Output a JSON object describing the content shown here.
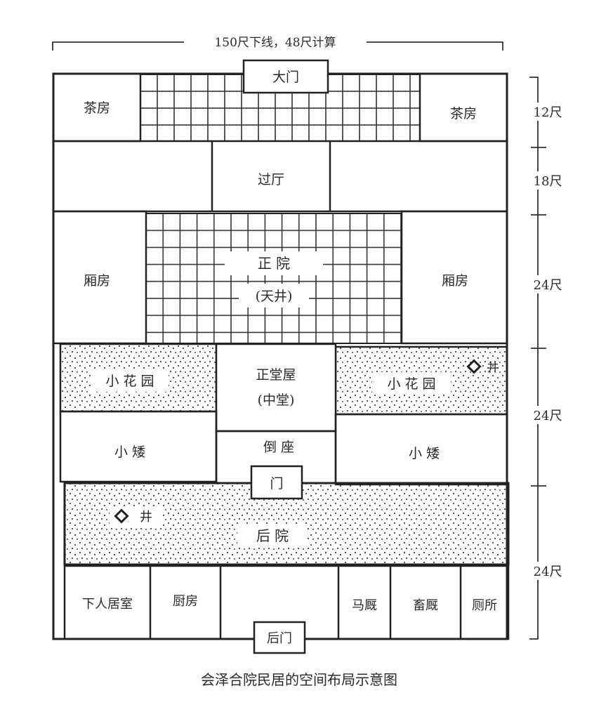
{
  "width_note": "150尺下线，48尺计算",
  "caption": "会泽合院民居的空间布局示意图",
  "dimensions": [
    "12尺",
    "18尺",
    "24尺",
    "24尺",
    "24尺"
  ],
  "rooms": {
    "main_gate": "大门",
    "tea_room_left": "茶房",
    "tea_room_right": "茶房",
    "passage_hall": "过厅",
    "wing_left": "厢房",
    "wing_right": "厢房",
    "courtyard": "正 院",
    "courtyard_sub": "(天井)",
    "garden_left": "小 花 园",
    "garden_right": "小 花 园",
    "main_hall": "正堂屋",
    "main_hall_sub": "(中堂)",
    "low_left": "小  矮",
    "low_right": "小  矮",
    "daozuo": "倒  座",
    "inner_gate": "门",
    "back_yard": "后  院",
    "well_right": "井",
    "well_left": "井",
    "servants": "下人居室",
    "kitchen": "厨房",
    "stable": "马厩",
    "livestock": "畜厩",
    "toilet": "厕所",
    "back_gate": "后门"
  }
}
